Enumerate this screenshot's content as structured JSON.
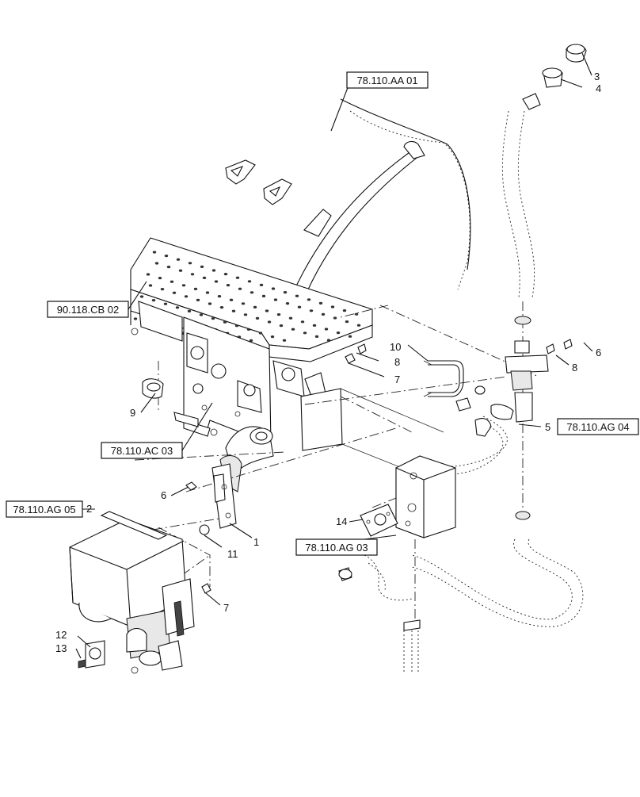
{
  "references": [
    {
      "id": "ref-78-110-aa-01",
      "label": "78.110.AA 01"
    },
    {
      "id": "ref-90-118-cb-02",
      "label": "90.118.CB 02"
    },
    {
      "id": "ref-78-110-ac-03",
      "label": "78.110.AC 03"
    },
    {
      "id": "ref-78-110-ag-04",
      "label": "78.110.AG 04"
    },
    {
      "id": "ref-78-110-ag-05",
      "label": "78.110.AG 05"
    },
    {
      "id": "ref-78-110-ag-03",
      "label": "78.110.AG 03"
    }
  ],
  "callouts": {
    "c1": "1",
    "c2": "2",
    "c3": "3",
    "c4": "4",
    "c5": "5",
    "c6a": "6",
    "c6b": "6",
    "c7a": "7",
    "c7b": "7",
    "c8a": "8",
    "c8b": "8",
    "c9": "9",
    "c10": "10",
    "c11": "11",
    "c12": "12",
    "c13": "13",
    "c14": "14"
  }
}
